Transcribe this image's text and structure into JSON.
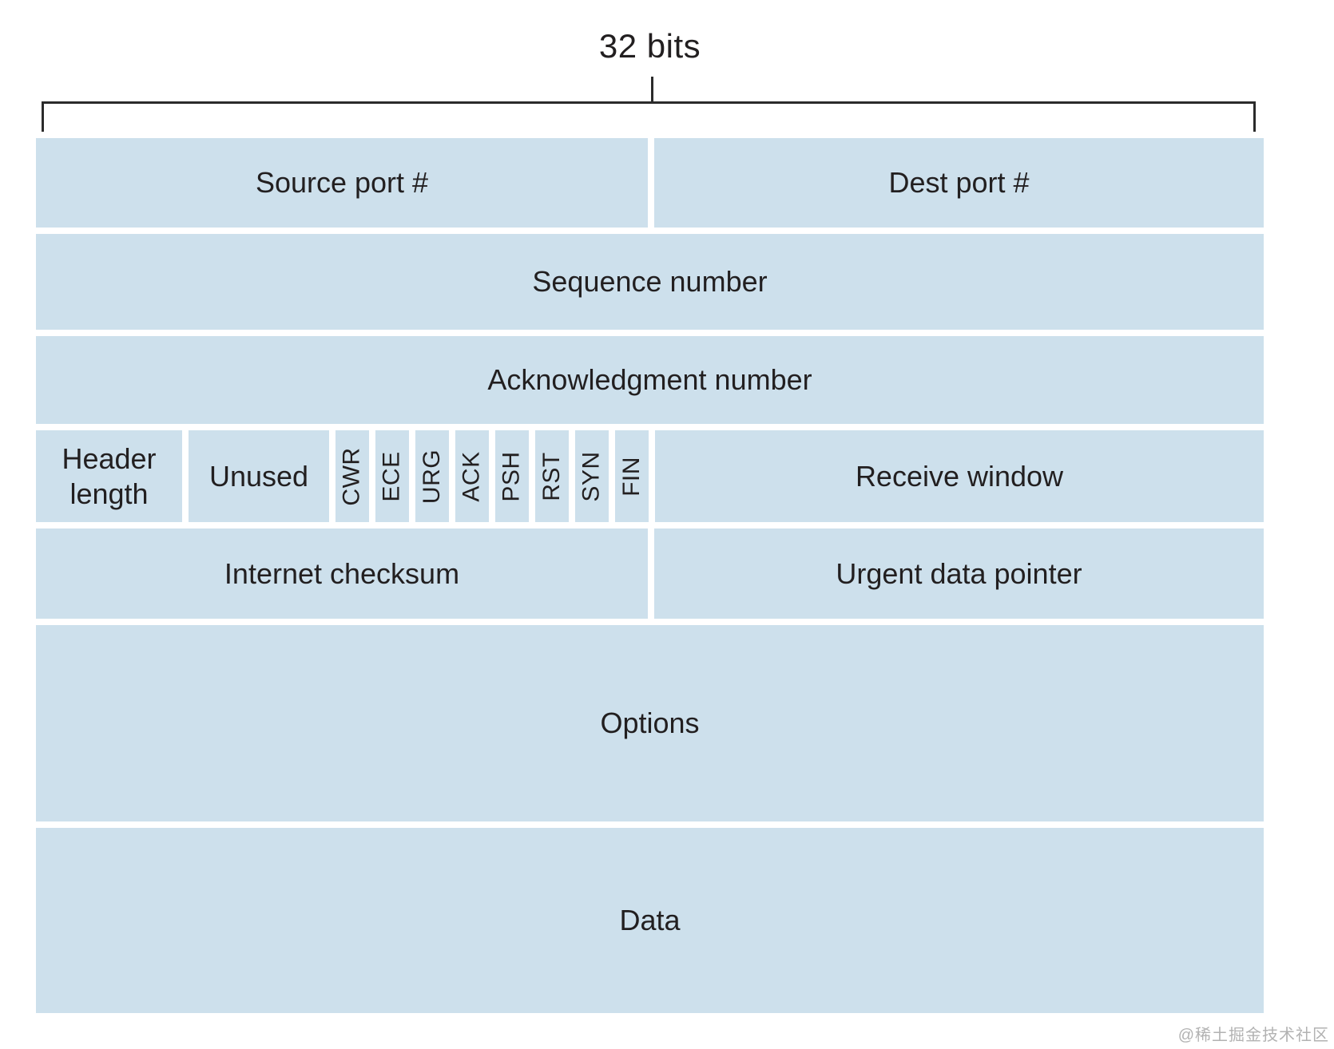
{
  "title": "32 bits",
  "watermark": "@稀土掘金技术社区",
  "colors": {
    "cell_fill": "#cde0ec",
    "text": "#221f20",
    "bracket": "#2b2b2b",
    "watermark": "#b2b2b2"
  },
  "rows": [
    {
      "name": "ports",
      "cells": [
        {
          "label": "Source port #"
        },
        {
          "label": "Dest port #"
        }
      ]
    },
    {
      "name": "sequence",
      "cells": [
        {
          "label": "Sequence number"
        }
      ]
    },
    {
      "name": "acknowledgment",
      "cells": [
        {
          "label": "Acknowledgment number"
        }
      ]
    },
    {
      "name": "flags",
      "cells": [
        {
          "label": "Header length"
        },
        {
          "label": "Unused"
        },
        {
          "label": "CWR"
        },
        {
          "label": "ECE"
        },
        {
          "label": "URG"
        },
        {
          "label": "ACK"
        },
        {
          "label": "PSH"
        },
        {
          "label": "RST"
        },
        {
          "label": "SYN"
        },
        {
          "label": "FIN"
        },
        {
          "label": "Receive window"
        }
      ]
    },
    {
      "name": "checksum",
      "cells": [
        {
          "label": "Internet checksum"
        },
        {
          "label": "Urgent data pointer"
        }
      ]
    },
    {
      "name": "options",
      "cells": [
        {
          "label": "Options"
        }
      ]
    },
    {
      "name": "data",
      "cells": [
        {
          "label": "Data"
        }
      ]
    }
  ]
}
